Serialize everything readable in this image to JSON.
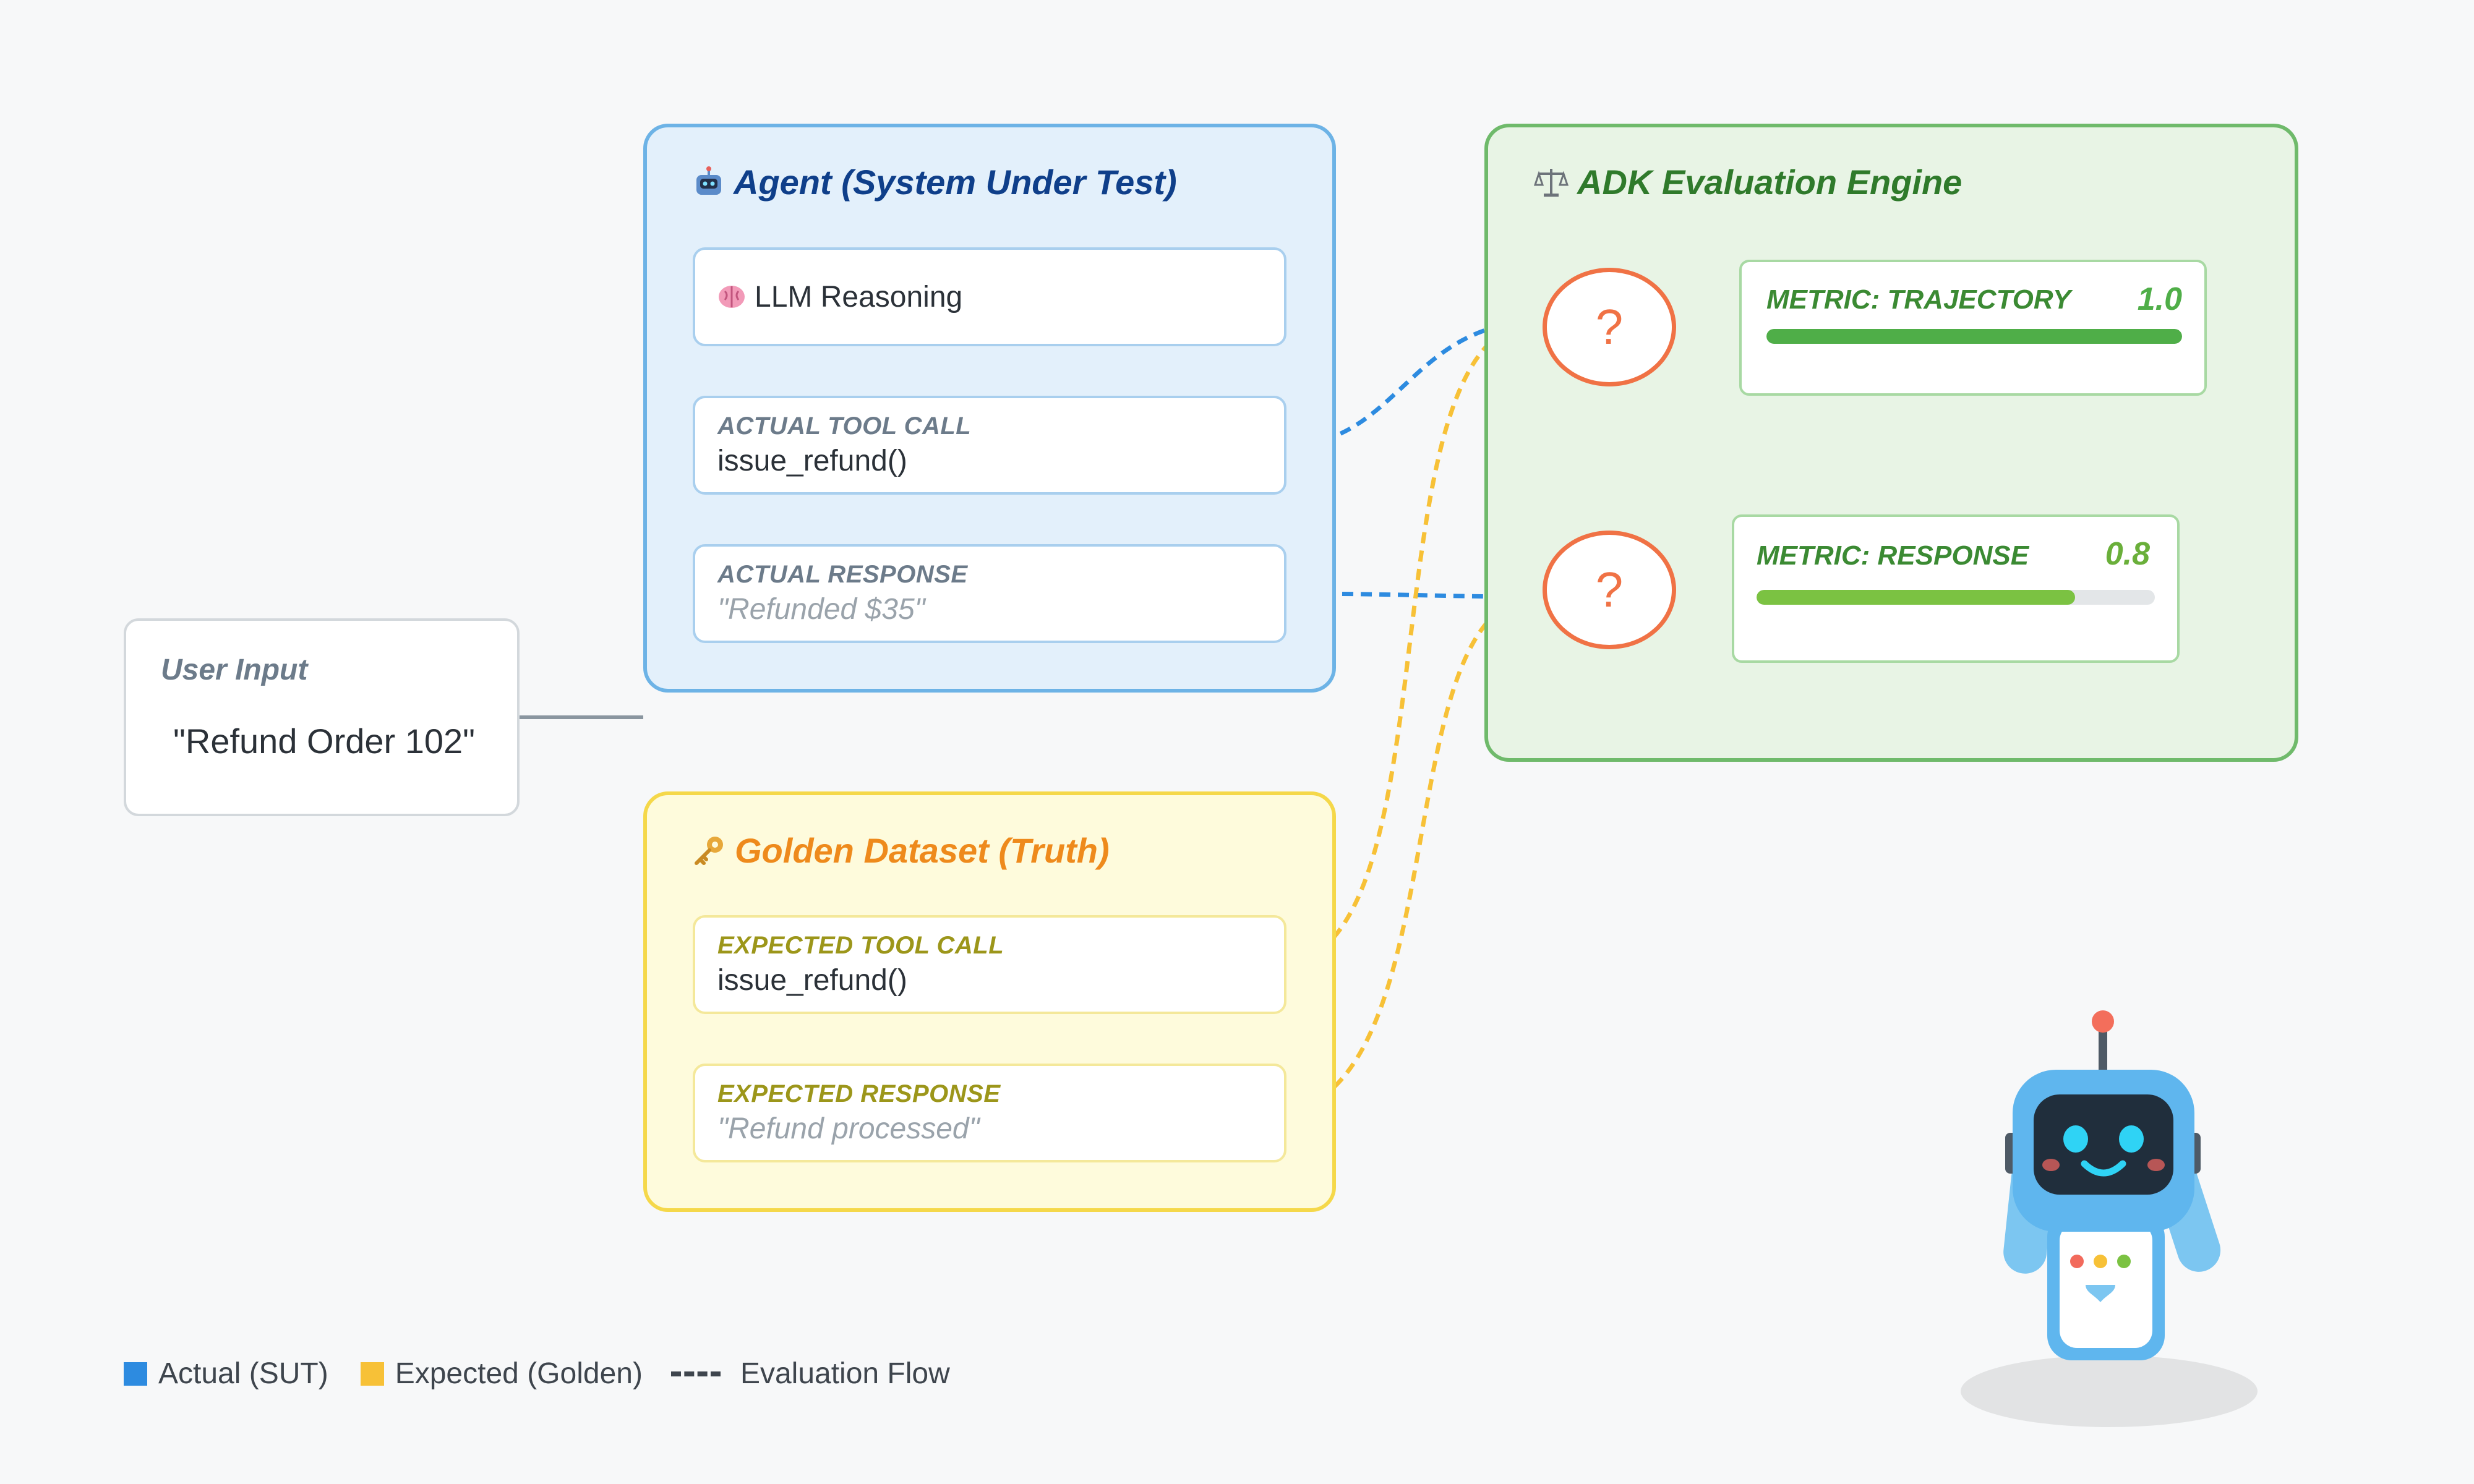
{
  "colors": {
    "actual": "#2d8be0",
    "expected": "#f7c137",
    "engine": "#6fba6b",
    "question": "#f07245",
    "bar_trajectory": "#4fae48",
    "bar_response": "#7bc242"
  },
  "user_input": {
    "label": "User Input",
    "value": "\"Refund Order 102\""
  },
  "agent_panel": {
    "icon": "robot-icon",
    "title": "Agent (System Under Test)",
    "reasoning": {
      "icon": "brain-icon",
      "label": "LLM Reasoning"
    },
    "tool_call": {
      "label": "ACTUAL TOOL CALL",
      "value": "issue_refund()"
    },
    "response": {
      "label": "ACTUAL RESPONSE",
      "value": "\"Refunded $35\""
    }
  },
  "golden_panel": {
    "icon": "key-icon",
    "title": "Golden Dataset (Truth)",
    "tool_call": {
      "label": "EXPECTED TOOL CALL",
      "value": "issue_refund()"
    },
    "response": {
      "label": "EXPECTED RESPONSE",
      "value": "\"Refund processed\""
    }
  },
  "engine_panel": {
    "icon": "scales-icon",
    "title": "ADK Evaluation Engine",
    "comparators": [
      "?",
      "?"
    ],
    "metrics": [
      {
        "label": "METRIC: TRAJECTORY",
        "value": "1.0",
        "score": 1.0
      },
      {
        "label": "METRIC: RESPONSE",
        "value": "0.8",
        "score": 0.8
      }
    ]
  },
  "legend": {
    "actual": "Actual (SUT)",
    "expected": "Expected (Golden)",
    "flow": "Evaluation Flow"
  }
}
